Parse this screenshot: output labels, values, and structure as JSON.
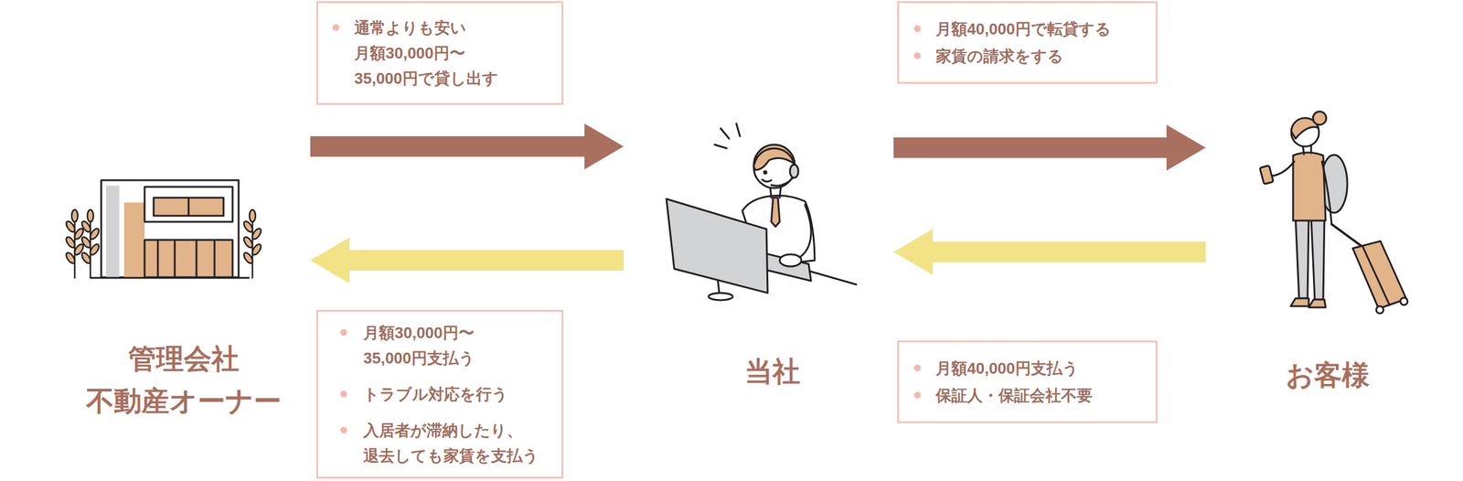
{
  "diagram": {
    "nodes": [
      {
        "text": [
          "通常よりも安い 月額30,000円〜 35,000円で貸し出す"
        ]
      },
      {
        "text": [
          "月額40,000円で転貸する",
          "家賃の請求をする"
        ]
      },
      {
        "text": [
          "管理会社 不動産オーナー"
        ]
      },
      {
        "text": [
          "当社"
        ]
      },
      {
        "text": [
          "お客様"
        ]
      },
      {
        "text": [
          "月額30,000円〜 35,000円支払う",
          "トラブル対応を行う",
          "入居者が滞納したり、 退去しても家賃を支払う"
        ]
      },
      {
        "text": [
          "月額40,000円支払う",
          "保証人・保証会社不要"
        ]
      }
    ],
    "edges": [
      {
        "from": 2,
        "to": 3,
        "arrow": "to"
      },
      {
        "from": 3,
        "to": 2,
        "arrow": "to"
      },
      {
        "from": 3,
        "to": 4,
        "arrow": "to"
      },
      {
        "from": 4,
        "to": 3,
        "arrow": "to"
      }
    ]
  }
}
